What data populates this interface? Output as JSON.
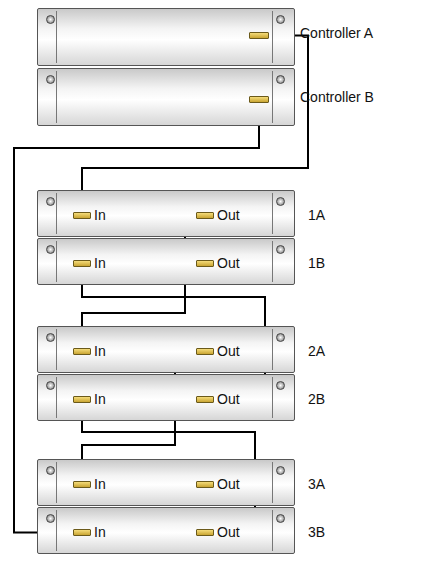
{
  "diagram": {
    "nodes": [
      {
        "text": [
          "Controller A"
        ]
      },
      {
        "text": [
          "Controller B"
        ]
      },
      {
        "text": [
          "In",
          "Out",
          "1A"
        ]
      },
      {
        "text": [
          "In",
          "Out",
          "1B"
        ]
      },
      {
        "text": [
          "In",
          "Out",
          "2A"
        ]
      },
      {
        "text": [
          "In",
          "Out",
          "2B"
        ]
      },
      {
        "text": [
          "In",
          "Out",
          "3A"
        ]
      },
      {
        "text": [
          "In",
          "Out",
          "3B"
        ]
      }
    ],
    "edges": [
      {
        "from": 0,
        "to": 2,
        "arrow": "none"
      },
      {
        "from": 1,
        "to": 7,
        "arrow": "none"
      },
      {
        "from": 2,
        "to": 4,
        "arrow": "none"
      },
      {
        "from": 5,
        "to": 3,
        "arrow": "none"
      },
      {
        "from": 4,
        "to": 6,
        "arrow": "none"
      },
      {
        "from": 7,
        "to": 5,
        "arrow": "none"
      }
    ]
  }
}
